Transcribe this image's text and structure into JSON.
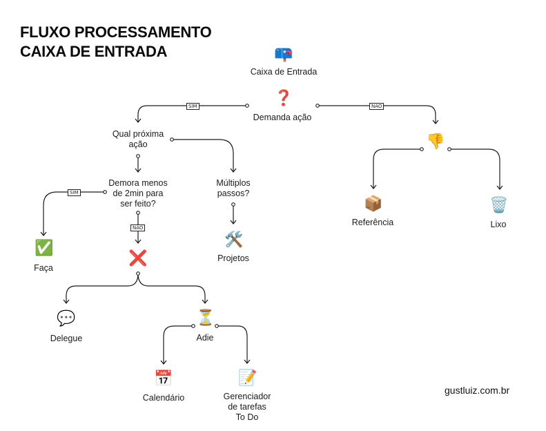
{
  "title": {
    "line1": "FLUXO PROCESSAMENTO",
    "line2": "CAIXA DE ENTRADA"
  },
  "nodes": {
    "inbox": {
      "label": "Caixa de Entrada",
      "icon": "📪"
    },
    "demand": {
      "label": "Demanda ação",
      "icon": "❓"
    },
    "next_action": {
      "line1": "Qual próxima",
      "line2": "ação"
    },
    "two_min": {
      "line1": "Demora menos",
      "line2": "de 2min para",
      "line3": "ser feito?"
    },
    "multi": {
      "line1": "Múltiplos",
      "line2": "passos?"
    },
    "do_it": {
      "label": "Faça",
      "icon": "✅"
    },
    "no_x": {
      "icon": "❌"
    },
    "projects": {
      "label": "Projetos",
      "icon": "🛠️"
    },
    "delegate": {
      "label": "Delegue",
      "icon": "💬"
    },
    "defer": {
      "label": "Adie",
      "icon": "⏳"
    },
    "calendar": {
      "label": "Calendário",
      "icon": "📅"
    },
    "task_mgr": {
      "line1": "Gerenciador",
      "line2": "de tarefas",
      "line3": "To Do"
    },
    "thumbs": {
      "icon": "👎"
    },
    "reference": {
      "label": "Referência",
      "icon": "📦"
    },
    "trash": {
      "label": "Lixo",
      "icon": "🗑️"
    },
    "task_mgr_icon": {
      "icon": "📝"
    }
  },
  "tags": {
    "sim": "SIM",
    "nao": "NÃO"
  },
  "credit": "gustluiz.com.br"
}
